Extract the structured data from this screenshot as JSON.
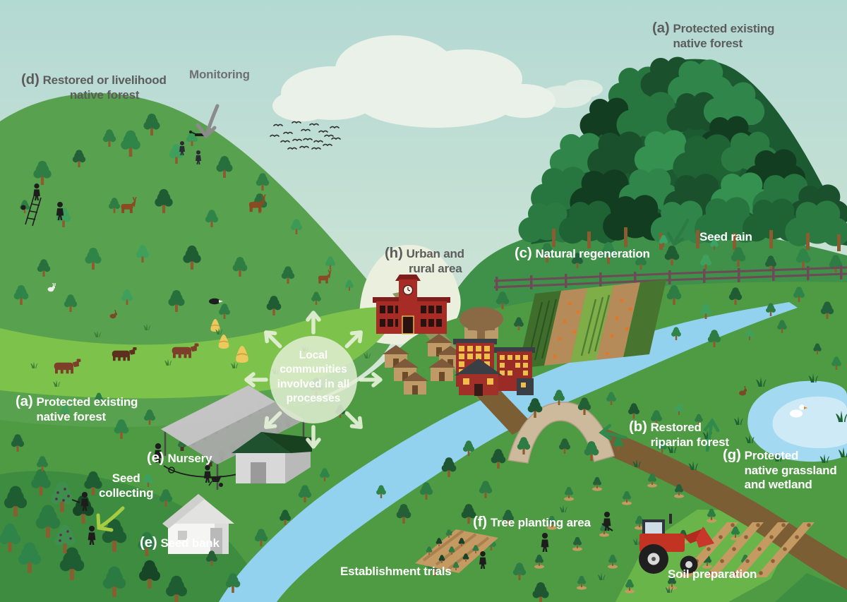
{
  "title": "Forest restoration landscape diagram",
  "labels": {
    "d_restored": {
      "prefix": "(d)",
      "text": "Restored or livelihood\nnative forest"
    },
    "monitoring": {
      "text": "Monitoring"
    },
    "a_top": {
      "prefix": "(a)",
      "text": "Protected existing\nnative forest"
    },
    "h_urban": {
      "prefix": "(h)",
      "text": "Urban and\nrural area"
    },
    "c_natural": {
      "prefix": "(c)",
      "text": "Natural regeneration"
    },
    "seed_rain": {
      "text": "Seed rain"
    },
    "local_communities": {
      "text": "Local\ncommunities\ninvolved in all\nprocesses"
    },
    "a_left": {
      "prefix": "(a)",
      "text": "Protected existing\nnative forest"
    },
    "e_nursery": {
      "prefix": "(e)",
      "text": "Nursery"
    },
    "seed_collecting": {
      "text": "Seed\ncollecting"
    },
    "e_seed_bank": {
      "prefix": "(e)",
      "text": "Seed bank"
    },
    "establishment_trials": {
      "text": "Establishment trials"
    },
    "f_tree_planting": {
      "prefix": "(f)",
      "text": "Tree planting area"
    },
    "b_riparian": {
      "prefix": "(b)",
      "text": "Restored\nriparian forest"
    },
    "g_grassland": {
      "prefix": "(g)",
      "text": "Protected\nnative grassland\nand wetland"
    },
    "soil_preparation": {
      "text": "Soil preparation"
    }
  },
  "icons": [
    "drone-icon",
    "bird-flock",
    "duck-icon",
    "deer-icon",
    "rabbit-icon",
    "badger-icon",
    "cow-icon",
    "haystack-icon",
    "tractor-icon",
    "school-building",
    "clock-tower",
    "village-huts",
    "apartment-buildings",
    "round-hut",
    "nursery-shade-structure",
    "barn-building",
    "seed-bank-house",
    "stone-bridge",
    "wooden-fence",
    "person-silhouette",
    "wheelbarrow-icon",
    "watering-hose"
  ],
  "arrows": {
    "monitoring": {
      "direction": "down-left",
      "color": "#8b8b8b"
    },
    "seed_rain": {
      "direction": "down-left",
      "color": "#2c7a44"
    },
    "seed_collecting": {
      "direction": "down-left",
      "color": "#a7cb43"
    },
    "riparian_left": {
      "direction": "left",
      "color": "#2f8a4c"
    },
    "riparian_up": {
      "direction": "up",
      "color": "#2f8a4c"
    },
    "communities": {
      "direction": "radial-8",
      "color": "#e6f1d8"
    }
  },
  "colors": {
    "sky_top": "#b3d9d3",
    "sky_bottom": "#eaf0dc",
    "cloud": "#ecf3ea",
    "left_hill": "#58a14e",
    "right_hill": "#3f9049",
    "dark_forest": "#1c5a31",
    "field": "#4f9b43",
    "pasture": "#7cc24b",
    "river": "#93d2ef",
    "pond": "#a3daf1",
    "road_brown": "#7b5e33",
    "road_olive": "#8d9760",
    "bridge": "#cdb99b",
    "school_red": "#a72c26",
    "apartment_red": "#9e2f28",
    "window_yellow": "#f0bf4b",
    "hut_tan": "#c09a66",
    "tractor_red": "#c23324",
    "fence": "#6d4b56",
    "soil_tan": "#c59a62",
    "circle_fill": "#e3efd3",
    "label_dark": "#5c5c5c",
    "label_white": "#ffffff"
  }
}
